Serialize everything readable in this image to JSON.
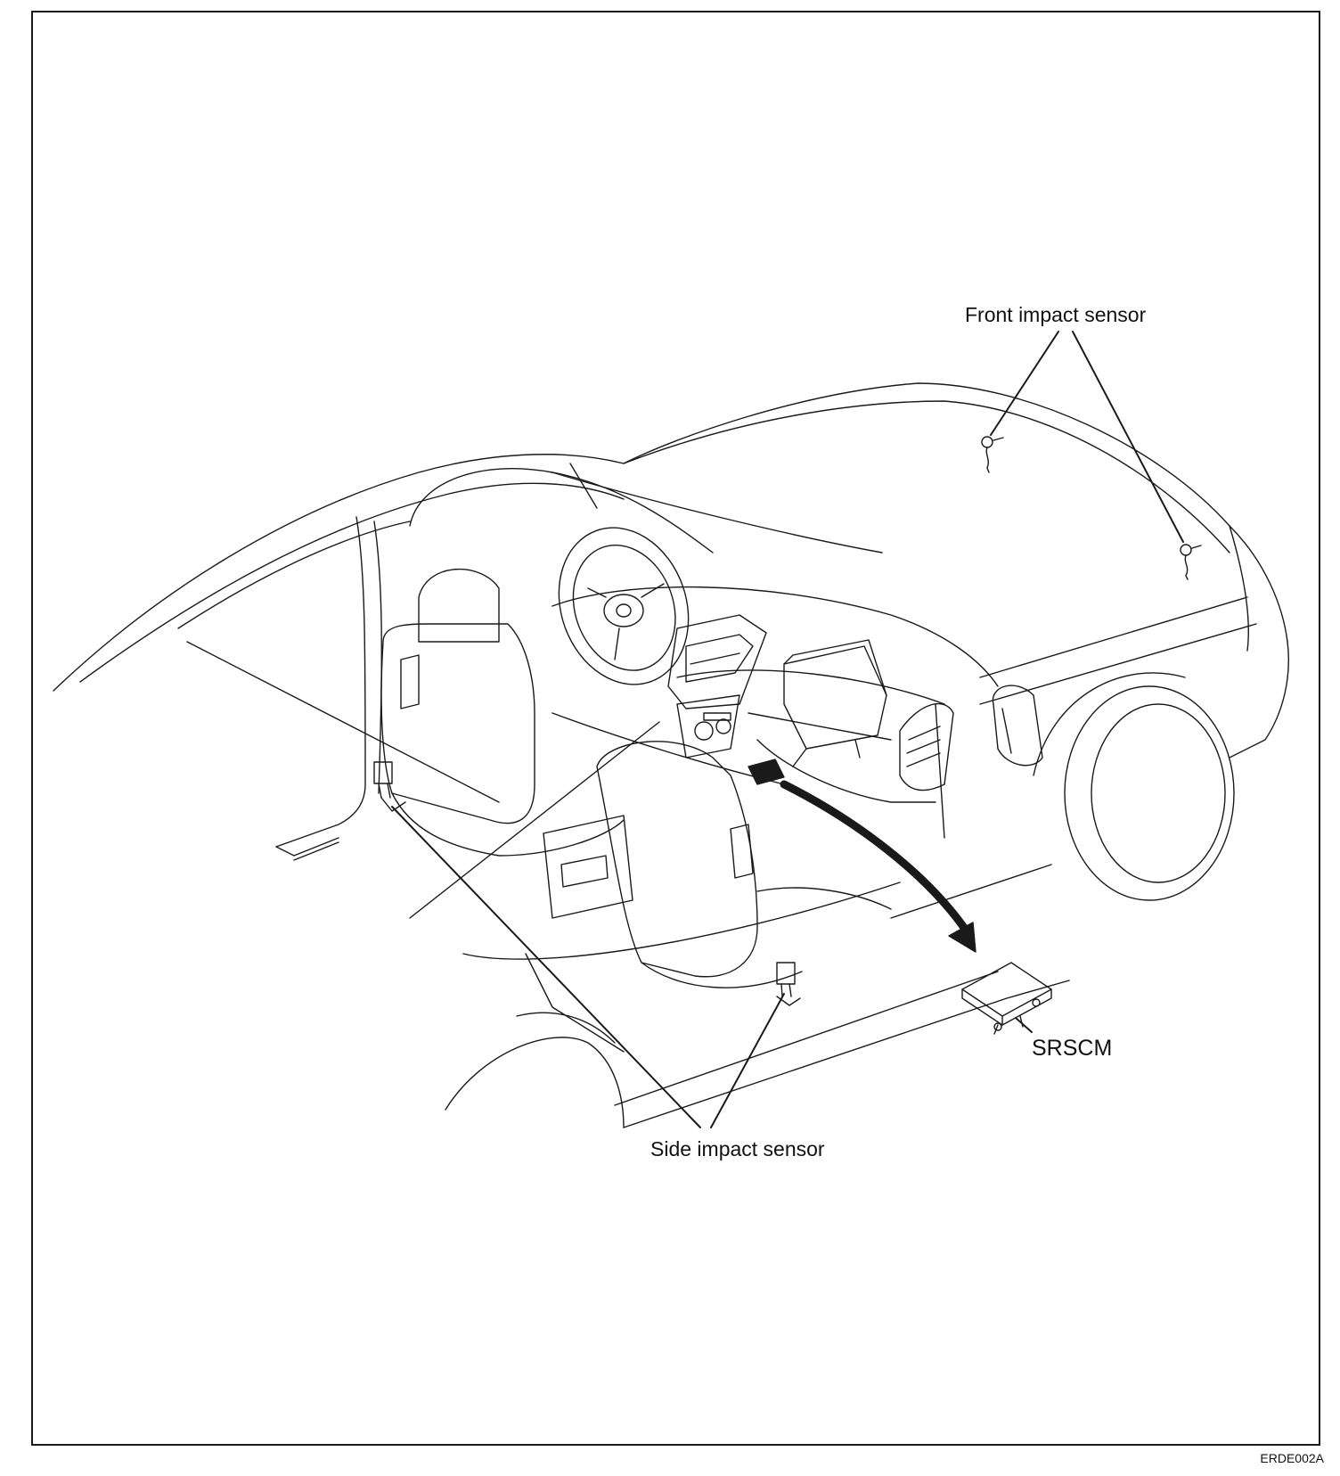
{
  "labels": {
    "front_impact_sensor": "Front impact sensor",
    "side_impact_sensor": "Side impact sensor",
    "srscm": "SRSCM"
  },
  "figure_code": "ERDE002A",
  "colors": {
    "line": "#1a1a1a",
    "background": "#ffffff"
  }
}
